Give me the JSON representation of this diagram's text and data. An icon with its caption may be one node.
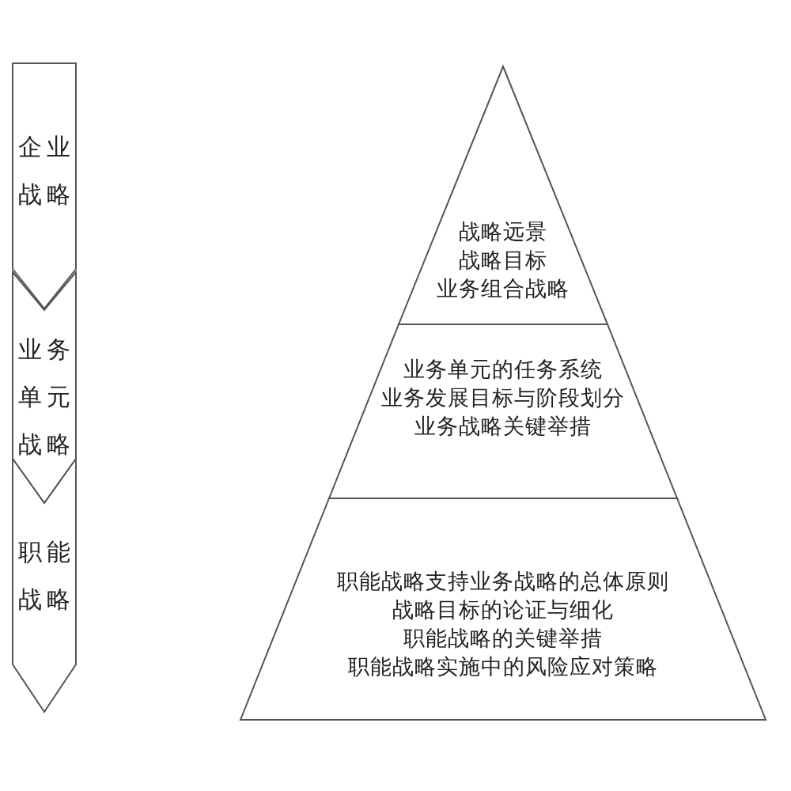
{
  "diagram": {
    "nodes": [
      {
        "text": [
          "企业战略"
        ]
      },
      {
        "text": [
          "业务单元战略"
        ]
      },
      {
        "text": [
          "职能战略"
        ]
      },
      {
        "text": [
          "战略远景",
          "战略目标",
          "业务组合战略"
        ]
      },
      {
        "text": [
          "业务单元的任务系统",
          "业务发展目标与阶段划分",
          "业务战略关键举措"
        ]
      },
      {
        "text": [
          "职能战略支持业务战略的总体原则",
          "战略目标的论证与细化",
          "职能战略的关键举措",
          "职能战略实施中的风险应对策略"
        ]
      }
    ]
  }
}
